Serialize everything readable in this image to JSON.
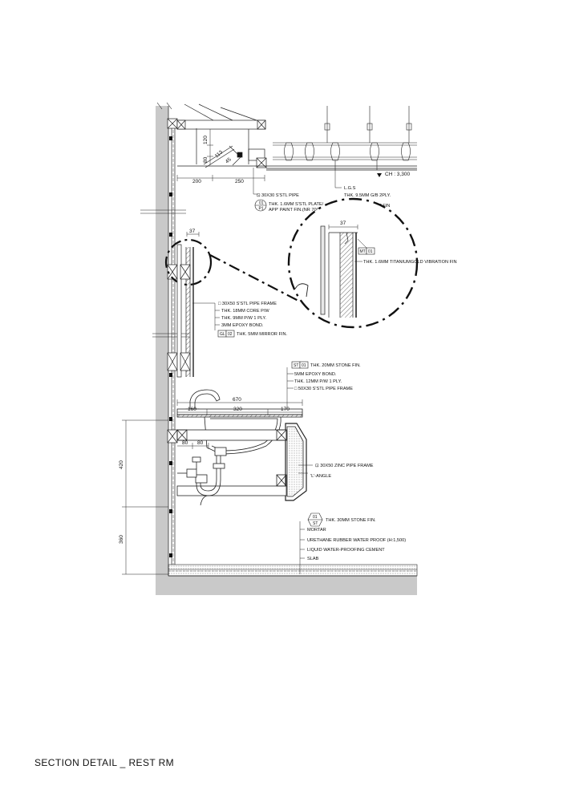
{
  "title": "SECTION DETAIL _ REST RM",
  "ceiling": {
    "ch_label": "CH : 3,300",
    "dims": {
      "top": "120",
      "left_small": "80",
      "diag": "113",
      "angle": "45",
      "w1": "200",
      "w2": "250"
    },
    "notes": [
      {
        "text": "30X30 S'STL PIPE",
        "prefix": "⊡",
        "tag": ""
      },
      {
        "text": "THK. 1.6MM S'STL PLATE/",
        "tag_top": "01",
        "tag_bottom": "P1"
      },
      {
        "text": "APP' PAINT FIN.(NR 7005)"
      },
      {
        "text": "L.G.S"
      },
      {
        "text": "THK. 9.5MM G/B 2PLY."
      },
      {
        "text": "APP' PAINT FIN",
        "tag_top": "01",
        "tag_bottom": "P1"
      }
    ]
  },
  "detail_callout": {
    "dim": "37",
    "tag_a": "MT",
    "tag_b": "01",
    "note": "THK. 1.6MM TITANIUMGOLD VIBRATION FIN"
  },
  "mirror": {
    "dim": "37",
    "notes": [
      "□ 30X50 S'STL PIPE FRAME",
      "THK. 18MM CORE P/W",
      "THK. 9MM P/W 1 PLY.",
      "3MM EPOXY BOND."
    ],
    "gl_tag_a": "GL",
    "gl_tag_b": "02",
    "gl_note": "THK. 5MM MIRROR FIN."
  },
  "counter": {
    "st_tag_a": "ST",
    "st_tag_b": "01",
    "notes": [
      "THK. 20MM STONE FIN.",
      "5MM EPOXY BOND.",
      "THK. 12MM P/W 1 PLY.",
      "□ 50X30 S'STL PIPE FRAME"
    ],
    "dims": {
      "total": "670",
      "a": "160",
      "b": "320",
      "c": "170",
      "d": "80",
      "e": "80"
    },
    "frame_notes": [
      "⊡ 30X50 ZINC PIPE FRAME",
      "'L'-ANGLE"
    ]
  },
  "floor": {
    "tag_top": "01",
    "tag_bottom": "ST",
    "notes": [
      "THK. 30MM STONE FIN.",
      "MORTAR",
      "URETHANE RUBBER WATER PROOF (H:1,500)",
      "LIQUID WATER-PROOFING CEMENT",
      "SLAB"
    ]
  },
  "vertical_dims": {
    "upper": "420",
    "lower": "360"
  }
}
